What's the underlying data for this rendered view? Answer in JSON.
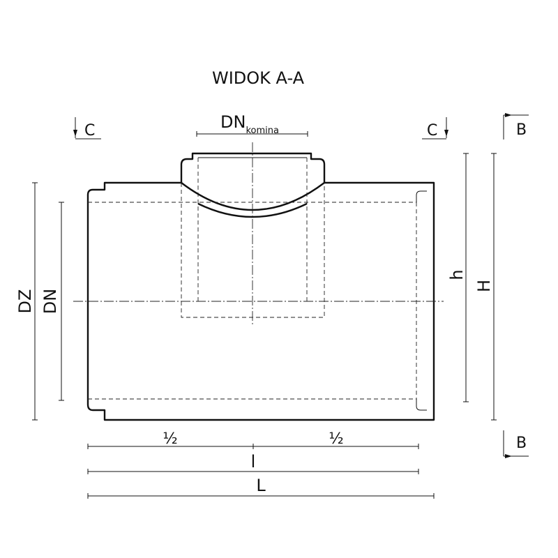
{
  "title": "WIDOK A-A",
  "section_marks": {
    "c_left": "C",
    "c_right": "C",
    "b_top": "B",
    "b_bottom": "B"
  },
  "dimensions": {
    "dn_chimney_main": "DN",
    "dn_chimney_sub": "komina",
    "dz": "DZ",
    "dn": "DN",
    "h": "h",
    "H": "H",
    "half_left": "½",
    "half_right": "½",
    "l": "l",
    "L": "L"
  },
  "colors": {
    "line": "#111111",
    "background": "#ffffff"
  }
}
